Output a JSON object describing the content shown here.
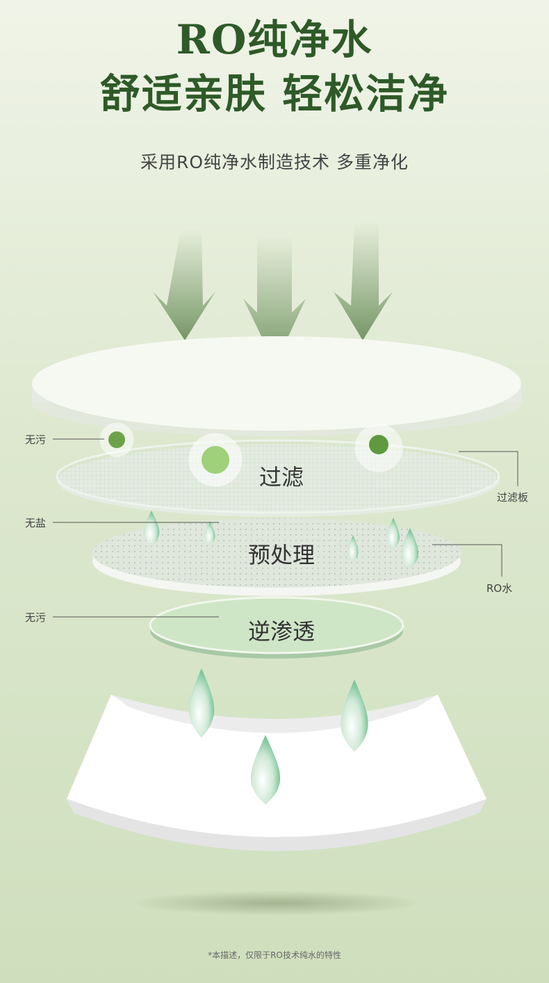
{
  "header": {
    "title_line1": "RO纯净水",
    "title_line2": "舒适亲肤 轻松洁净",
    "subtitle": "采用RO纯净水制造技术 多重净化"
  },
  "layers": {
    "filter": "过滤",
    "pretreat": "预处理",
    "reverse_osmosis": "逆渗透"
  },
  "callouts": {
    "left_top": "无污",
    "left_mid": "无盐",
    "left_bottom": "无污",
    "right_top": "过滤板",
    "right_mid": "RO水"
  },
  "footer": {
    "disclaimer": "*本描述，仅限于RO技术纯水的特性"
  },
  "colors": {
    "title_green": "#2e5a28",
    "arrow_green": "#7d9c6e",
    "disc_green": "#cfe6c6"
  }
}
